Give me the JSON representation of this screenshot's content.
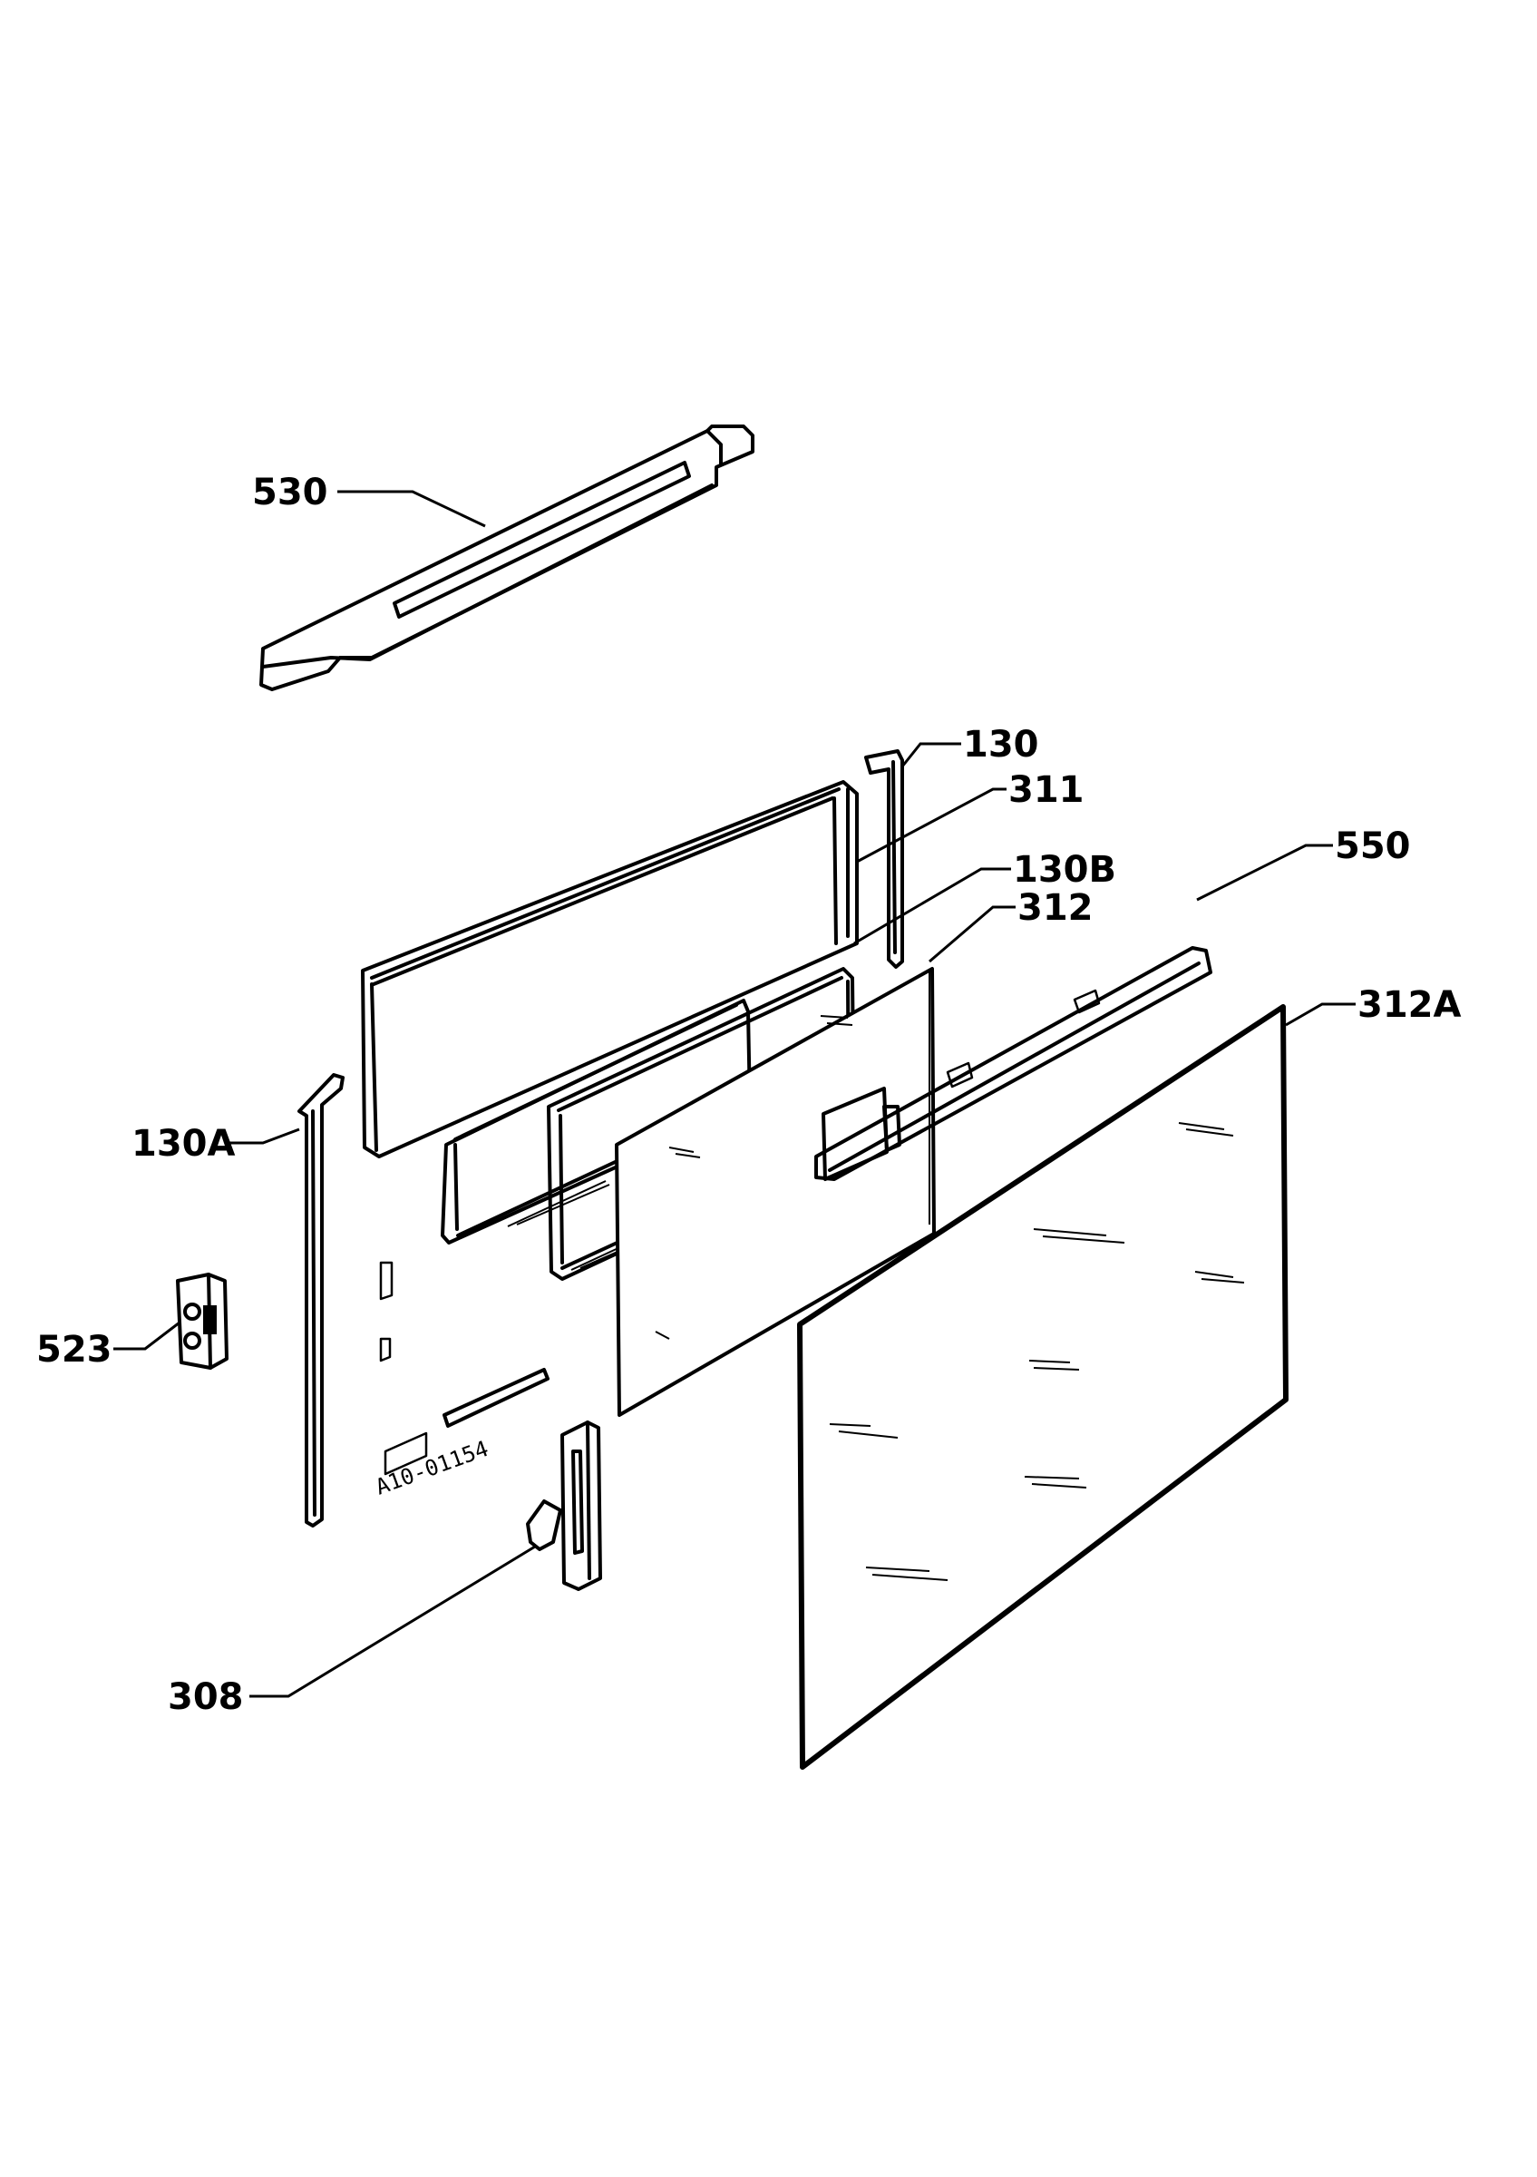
{
  "diagram": {
    "labels": {
      "p530": "530",
      "p130": "130",
      "p311": "311",
      "p130b": "130B",
      "p312": "312",
      "p550": "550",
      "p312a": "312A",
      "p130a": "130A",
      "p523": "523",
      "p308": "308"
    },
    "stamp": "A10-01154"
  }
}
